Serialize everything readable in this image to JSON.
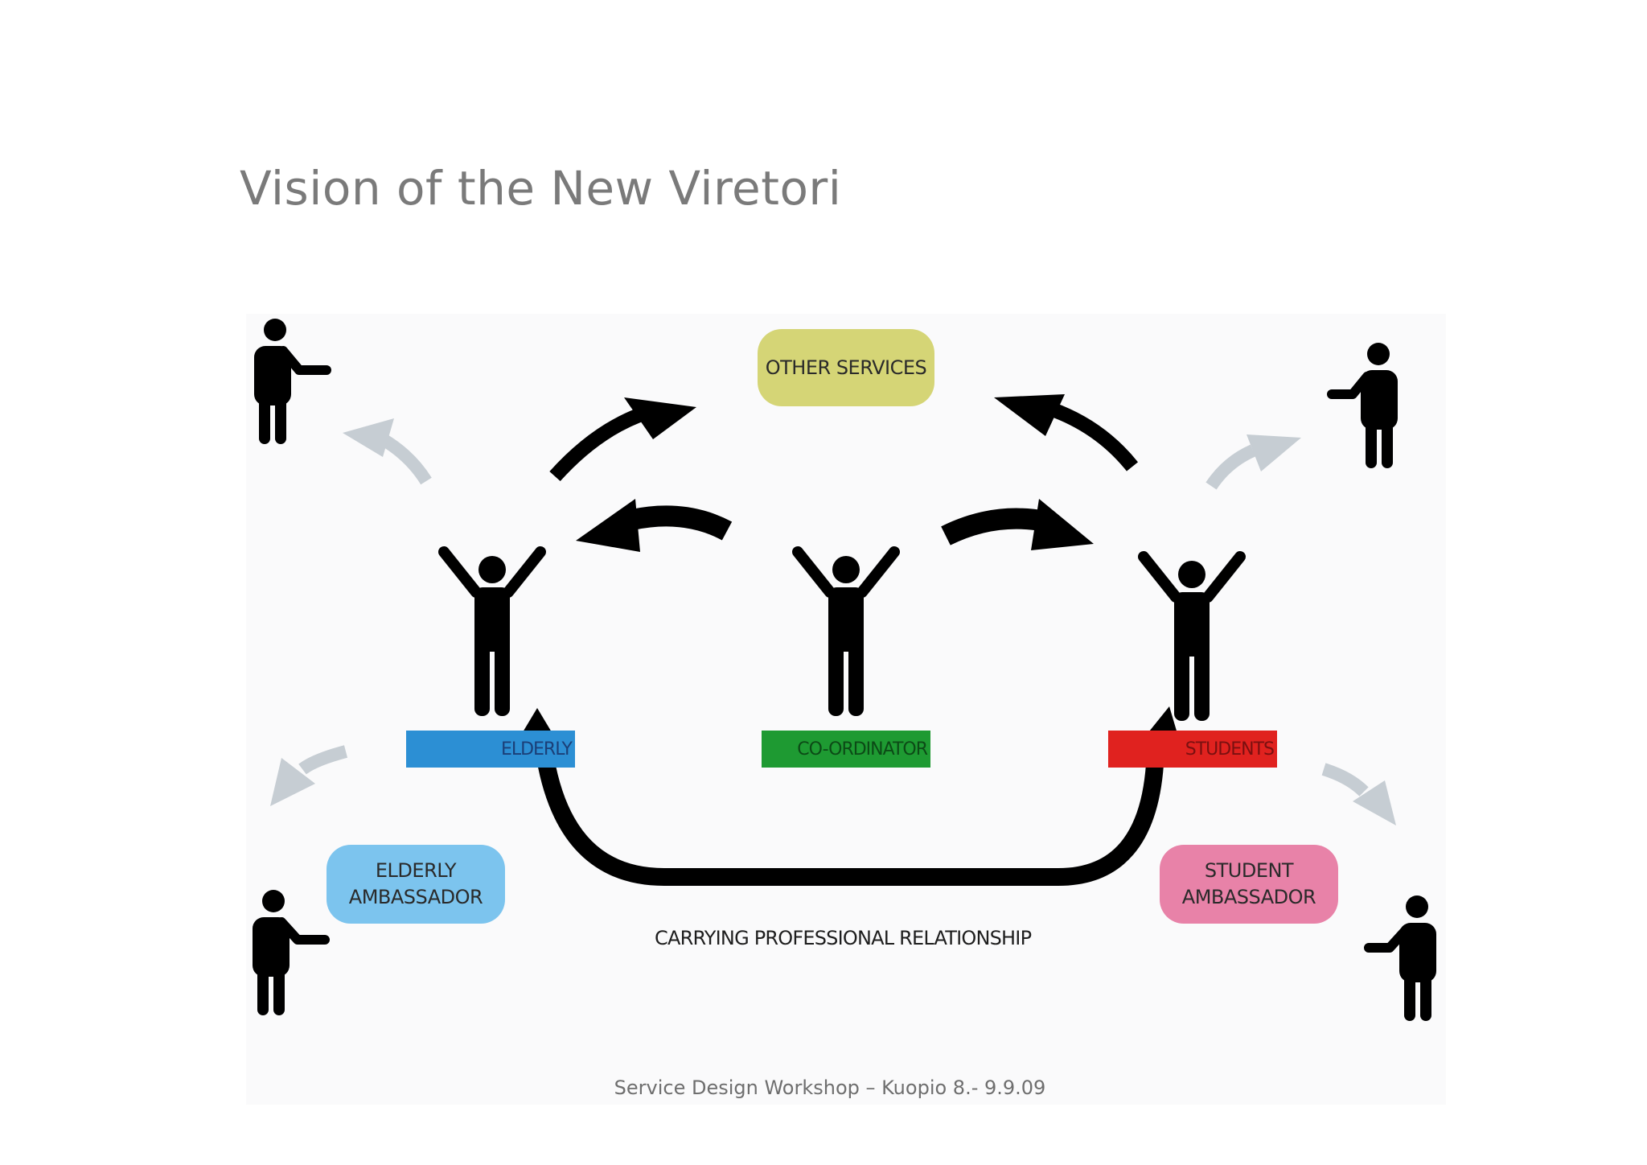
{
  "slide": {
    "title": "Vision of the New Viretori",
    "footer": "Service Design Workshop – Kuopio 8.- 9.9.09"
  },
  "diagram": {
    "boxes": {
      "other_services": "OTHER SERVICES",
      "elderly_ambassador": "ELDERLY\nAMBASSADOR",
      "student_ambassador": "STUDENT\nAMBASSADOR"
    },
    "bars": {
      "elderly": "ELDERLY",
      "coordinator": "CO-ORDINATOR",
      "students": "STUDENTS"
    },
    "caption": "CARRYING PROFESSIONAL RELATIONSHIP"
  },
  "colors": {
    "other_services": "#d5d576",
    "elderly_ambassador": "#7cc4ee",
    "student_ambassador": "#e882a8",
    "elderly_bar": "#2c8fd4",
    "coordinator_bar": "#1e9a32",
    "students_bar": "#e0221f",
    "faded_arrow": "#c6cdd3",
    "figure": "#000000"
  }
}
